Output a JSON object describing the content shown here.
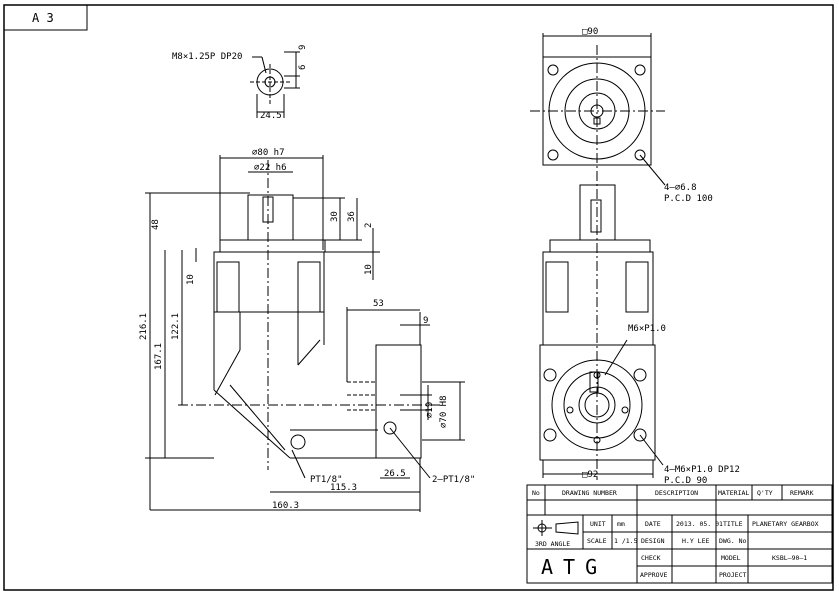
{
  "sheet": {
    "size_label": "A 3"
  },
  "top_detail": {
    "thread_label": "M8×1.25P DP20",
    "dim_6": "6",
    "dim_9": "9",
    "dim_24_5": "24.5"
  },
  "side_view": {
    "shaft_dia": "⌀80 h7",
    "key_dia": "⌀22 h6",
    "dim_48": "48",
    "dim_30": "30",
    "dim_36": "36",
    "dim_2": "2",
    "dim_10_right": "10",
    "dim_10_left": "10",
    "dim_216_1": "216.1",
    "dim_167_1": "167.1",
    "dim_122_1": "122.1",
    "dim_53": "53",
    "dim_9": "9",
    "dim_19": "⌀19",
    "dim_70": "⌀70 H8",
    "dim_26_5": "26.5",
    "dim_115_3": "115.3",
    "dim_160_3": "160.3",
    "pt_left": "PT1/8\"",
    "pt_right": "2–PT1/8\""
  },
  "front_view": {
    "square_90": "□90",
    "holes_label": "4–⌀6.8",
    "pcd_100": "P.C.D 100",
    "m6_label": "M6×P1.0",
    "holes_m6_label": "4–M6×P1.0 DP12",
    "pcd_90": "P.C.D 90",
    "square_92": "□92"
  },
  "title_block": {
    "headers": {
      "no": "No",
      "drawing_number": "DRAWING NUMBER",
      "description": "DESCRIPTION",
      "material": "MATERIAL",
      "qty": "Q'TY",
      "remark": "REMARK"
    },
    "projection": "3RD ANGLE",
    "unit_label": "UNIT",
    "unit_value": "mm",
    "scale_label": "SCALE",
    "scale_value": "1 /1.5",
    "date_label": "DATE",
    "date_value": "2013. 05. 01",
    "design_label": "DESIGN",
    "design_value": "H.Y LEE",
    "check_label": "CHECK",
    "approve_label": "APPROVE",
    "title_label": "TITLE",
    "title_value": "PLANETARY GEARBOX",
    "dwg_label": "DWG. No",
    "model_label": "MODEL",
    "model_value": "KSBL–90–1",
    "project_label": "PROJECT",
    "company": "ATG"
  }
}
